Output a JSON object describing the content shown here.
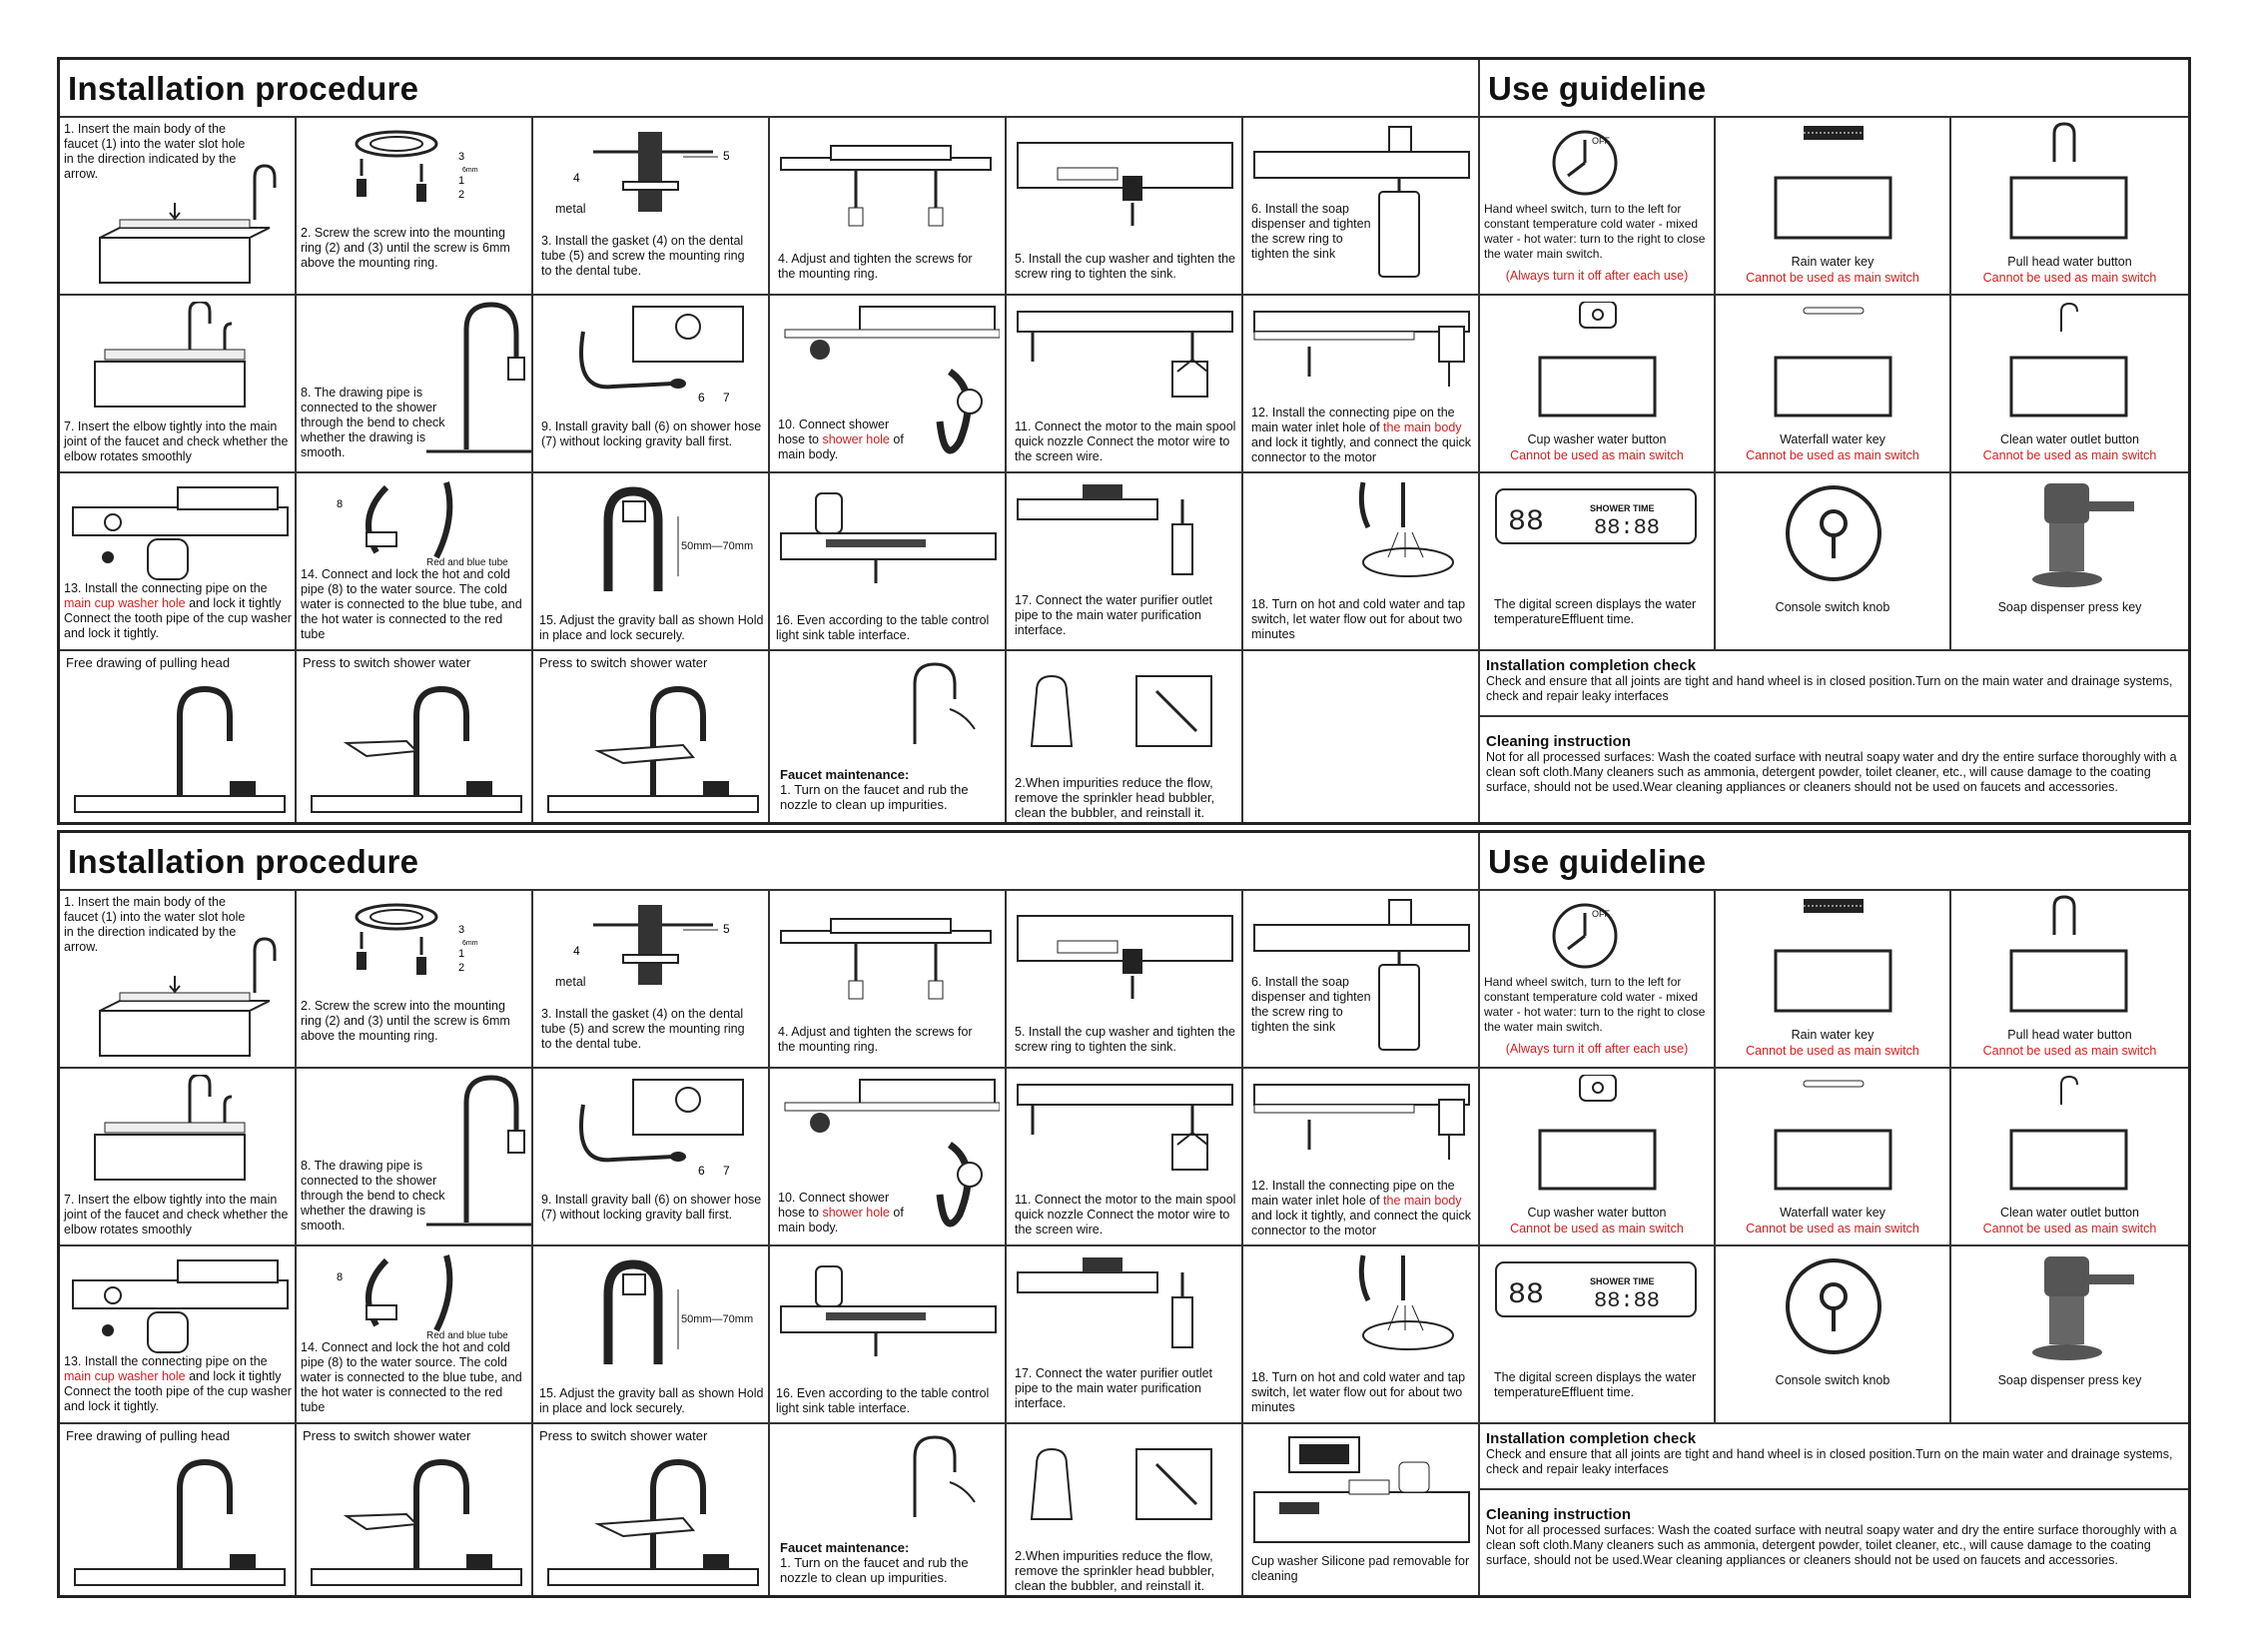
{
  "sheets": [
    {
      "install_title": "Installation procedure",
      "use_title": "Use guideline",
      "steps": {
        "s1": "1. Insert the main body of the faucet (1) into the water slot hole in the direction indicated by the arrow.",
        "s2": "2. Screw the screw into the mounting ring (2) and (3) until the screw is 6mm above the mounting ring.",
        "s3": "3. Install the gasket (4) on the dental tube (5) and screw the mounting ring to the dental tube.",
        "s3_metal": "metal",
        "s4": "4. Adjust and tighten the screws for the mounting ring.",
        "s5": "5. Install the cup washer and tighten the screw ring to tighten the sink.",
        "s6": "6. Install the soap dispenser and tighten the screw ring to tighten the sink",
        "s7": "7. Insert the elbow tightly into the main joint of the faucet and check whether the elbow rotates smoothly",
        "s8": "8. The drawing pipe is connected to the shower through the bend to check whether the drawing is smooth.",
        "s9": "9. Install gravity ball (6) on shower hose (7) without locking gravity ball first.",
        "s10_a": "10. Connect shower hose to ",
        "s10_red": "shower hole",
        "s10_b": " of main body.",
        "s11": "11. Connect the motor to the main spool quick nozzle Connect the motor wire to the screen wire.",
        "s12_a": "12. Install the connecting pipe on the main water inlet hole of ",
        "s12_red": "the main body",
        "s12_b": " and lock it tightly, and connect the quick connector to the motor",
        "s13_a": "13. Install the connecting pipe on the ",
        "s13_red": "main cup washer hole",
        "s13_b": " and lock it tightly Connect the tooth pipe of the cup washer and lock it tightly.",
        "s14_tube": "Red and blue tube",
        "s14": "14. Connect and lock the hot and cold pipe (8) to the water source. The cold water is connected to the blue tube, and the hot water is connected to the red tube",
        "s15": "15. Adjust the gravity ball as shown Hold in place and lock securely.",
        "s15_dim": "50mm—70mm",
        "s16": "16. Even according to the table control light sink table interface.",
        "s17": "17. Connect the water purifier outlet pipe to the main water purification interface.",
        "s18": "18. Turn on hot and cold water and tap switch, let water flow out for about two minutes",
        "r4_1": "Free drawing of pulling head",
        "r4_2": "Press to switch shower water",
        "r4_3": "Press to switch shower water",
        "maint_title": "Faucet maintenance:",
        "maint_1": "1. Turn on the faucet and rub the nozzle to clean up impurities.",
        "maint_2": "2.When impurities reduce the flow, remove the sprinkler head bubbler, clean the bubbler, and reinstall it."
      },
      "guide": {
        "hw": "Hand wheel switch, turn to the left for constant temperature cold water - mixed water - hot water: turn to the right to close the water main switch.",
        "hw_warn": "(Always turn it off after each use)",
        "off": "OFF",
        "rain": "Rain water key",
        "pull": "Pull head water button",
        "cup": "Cup washer water button",
        "waterfall": "Waterfall water key",
        "clean_btn": "Clean water outlet button",
        "warn": "Cannot be used as main switch",
        "screen": "The digital screen displays the water temperatureEffluent time.",
        "shower_time": "SHOWER TIME",
        "knob": "Console switch knob",
        "soap": "Soap dispenser press key",
        "check_title": "Installation completion check",
        "check_text": "Check and ensure that all joints are tight and hand wheel is in closed position.Turn on the main water and drainage systems, check and repair leaky interfaces",
        "cleaning_title": "Cleaning instruction",
        "cleaning_text": "Not for all processed surfaces: Wash the coated surface with neutral soapy water and dry the entire surface thoroughly with a clean soft cloth.Many cleaners such as ammonia, detergent powder, toilet cleaner, etc., will cause damage to the coating surface, should not be used.Wear cleaning appliances or cleaners should not be used on faucets and accessories."
      }
    },
    {
      "install_title": "Installation procedure",
      "use_title": "Use guideline",
      "extra_caption": "Cup washer Silicone pad removable for cleaning"
    }
  ]
}
